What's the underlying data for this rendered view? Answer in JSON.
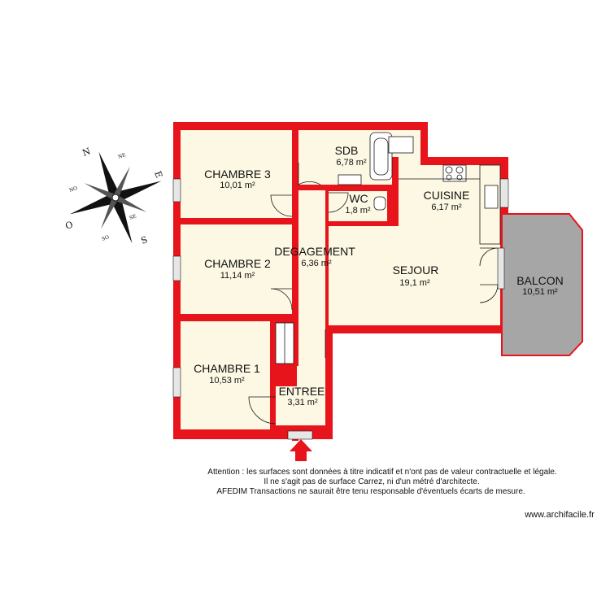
{
  "colors": {
    "wall": "#e8141b",
    "floor": "#fcf8e3",
    "balcony": "#a6a6a6",
    "window": "#e6e6e6",
    "fixture": "#ffffff",
    "line": "#1a1a1a"
  },
  "rooms": [
    {
      "key": "chambre3",
      "name": "CHAMBRE 3",
      "area": "10,01 m²"
    },
    {
      "key": "chambre2",
      "name": "CHAMBRE 2",
      "area": "11,14 m²"
    },
    {
      "key": "chambre1",
      "name": "CHAMBRE 1",
      "area": "10,53 m²"
    },
    {
      "key": "sdb",
      "name": "SDB",
      "area": "6,78 m²"
    },
    {
      "key": "wc",
      "name": "WC",
      "area": "1,8 m²"
    },
    {
      "key": "cuisine",
      "name": "CUISINE",
      "area": "6,17 m²"
    },
    {
      "key": "degagement",
      "name": "DEGAGEMENT",
      "area": "6,36 m²"
    },
    {
      "key": "sejour",
      "name": "SEJOUR",
      "area": "19,1 m²"
    },
    {
      "key": "balcon",
      "name": "BALCON",
      "area": "10,51 m²"
    },
    {
      "key": "entree",
      "name": "ENTREE",
      "area": "3,31 m²"
    }
  ],
  "compass": {
    "north": "N",
    "east": "E",
    "south": "S",
    "west": "O",
    "ne": "NE",
    "se": "SE",
    "so": "SO",
    "no": "NO"
  },
  "disclaimer": [
    "Attention : les surfaces sont données à titre indicatif et n'ont pas de valeur contractuelle et légale.",
    "Il ne s'agit pas de surface Carrez, ni d'un métré d'architecte.",
    "AFEDIM Transactions ne saurait être tenu responsable d'éventuels écarts de mesure."
  ],
  "website": "www.archifacile.fr"
}
